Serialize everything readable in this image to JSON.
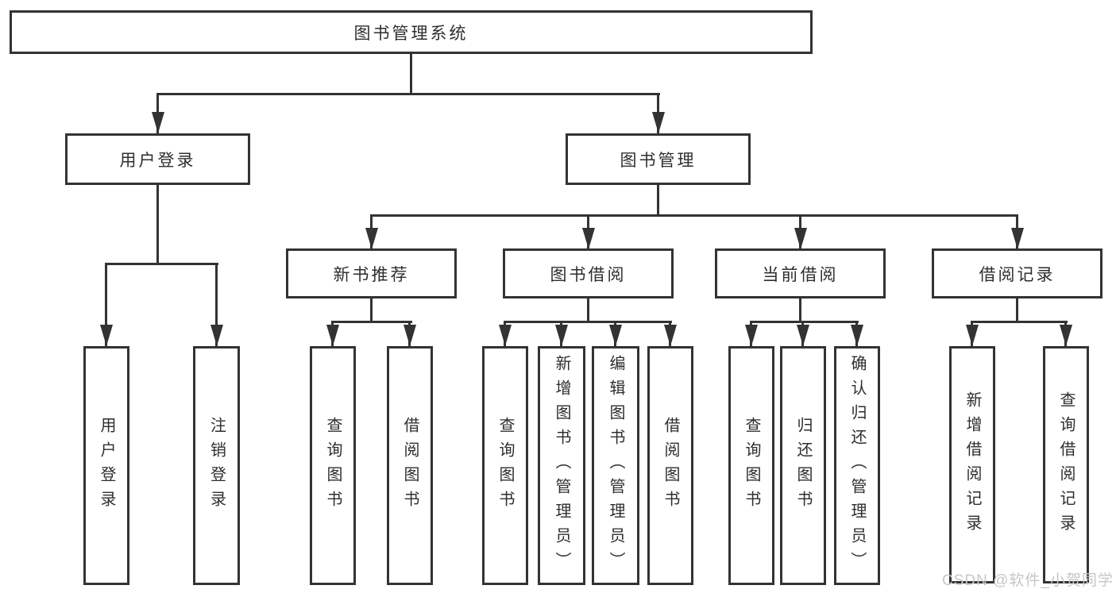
{
  "diagram": {
    "type": "hierarchy-tree",
    "root": {
      "label": "图书管理系统"
    },
    "level2": [
      {
        "label": "用户登录",
        "parent": "图书管理系统"
      },
      {
        "label": "图书管理",
        "parent": "图书管理系统"
      }
    ],
    "level3": [
      {
        "label": "新书推荐",
        "parent": "图书管理"
      },
      {
        "label": "图书借阅",
        "parent": "图书管理"
      },
      {
        "label": "当前借阅",
        "parent": "图书管理"
      },
      {
        "label": "借阅记录",
        "parent": "图书管理"
      }
    ],
    "leaves": [
      {
        "label": "用户登录",
        "parent": "用户登录"
      },
      {
        "label": "注销登录",
        "parent": "用户登录"
      },
      {
        "label": "查询图书",
        "parent": "新书推荐"
      },
      {
        "label": "借阅图书",
        "parent": "新书推荐"
      },
      {
        "label": "查询图书",
        "parent": "图书借阅"
      },
      {
        "label": "新增图书（管理员）",
        "parent": "图书借阅"
      },
      {
        "label": "编辑图书（管理员）",
        "parent": "图书借阅"
      },
      {
        "label": "借阅图书",
        "parent": "图书借阅"
      },
      {
        "label": "查询图书",
        "parent": "当前借阅"
      },
      {
        "label": "归还图书",
        "parent": "当前借阅"
      },
      {
        "label": "确认归还（管理员）",
        "parent": "当前借阅"
      },
      {
        "label": "新增借阅记录",
        "parent": "借阅记录"
      },
      {
        "label": "查询借阅记录",
        "parent": "借阅记录"
      }
    ]
  },
  "watermark": "CSDN @软件_小贺同学",
  "colors": {
    "line": "#333333",
    "text": "#2e2e2e",
    "background": "#ffffff",
    "watermark": "#c6c6c6"
  }
}
